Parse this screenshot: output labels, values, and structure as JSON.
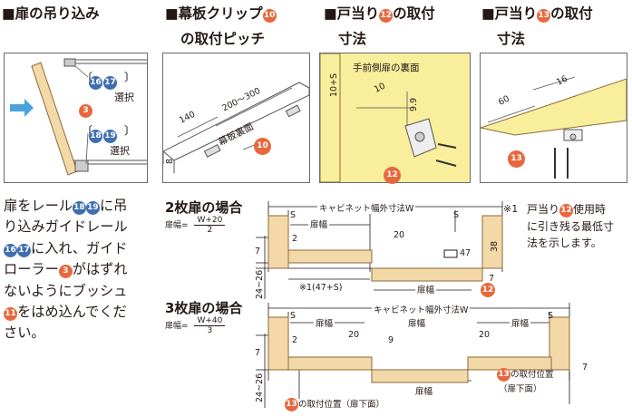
{
  "headings": {
    "h1": "■扉の吊り込み",
    "h2_a": "■幕板クリップ",
    "h2_b": "の取付ピッチ",
    "h3_a": "■戸当り",
    "h3_b": "の取付",
    "h3_c": "寸法",
    "h4_a": "■戸当り",
    "h4_b": "の取付",
    "h4_c": "寸法"
  },
  "badges": {
    "n10": "10",
    "n12": "12",
    "n13": "13",
    "n16": "16",
    "n17": "17",
    "n18": "18",
    "n19": "19",
    "n3": "3",
    "n11": "11"
  },
  "panel1": {
    "select1": "選択",
    "select2": "選択"
  },
  "panel2": {
    "dim_140": "140",
    "dim_range": "200～300",
    "label": "幕板裏面",
    "dim_8": "8"
  },
  "panel3": {
    "label": "手前側扉の裏面",
    "dim_10s": "10+S",
    "dim_10": "10",
    "dim_99": "9.9"
  },
  "panel4": {
    "dim_60": "60",
    "dim_16": "16"
  },
  "body_text": {
    "l1a": "扉をレール",
    "l1b": "に吊",
    "l2": "り込みガイドレール",
    "l3b": "に入れ、ガイド",
    "l4a": "ローラー",
    "l4b": "がはずれ",
    "l5": "ないようにブッシュ",
    "l6b": "をはめ込んでくだ",
    "l7": "さい。"
  },
  "note": {
    "mark": "※1",
    "l1a": "戸当り",
    "l1b": "使用時",
    "l2": "に引き残る最低寸",
    "l3": "法を示します。"
  },
  "two_door": {
    "title": "2枚扉の場合",
    "formula_label": "扉幅",
    "formula_eq": "=",
    "numerator": "W+20",
    "denominator": "2",
    "cabinet_width": "キャビネット幅外寸法W",
    "s_left": "S",
    "s_right": "S",
    "door_width_top": "扉幅",
    "door_width_bottom": "扉幅",
    "dim_20": "20",
    "dim_47": "47",
    "dim_38": "38",
    "dim_7a": "7",
    "dim_7b": "7",
    "dim_2": "2",
    "dim_2426": "24~26",
    "note_ref": "※1(47+S)"
  },
  "three_door": {
    "title": "3枚扉の場合",
    "formula_label": "扉幅",
    "formula_eq": "=",
    "numerator": "W+40",
    "denominator": "3",
    "cabinet_width": "キャビネット幅外寸法W",
    "s_left": "S",
    "s_right": "S",
    "door_width_1": "扉幅",
    "door_width_2": "扉幅",
    "door_width_3": "扉幅",
    "door_width_4": "扉幅",
    "dim_20a": "20",
    "dim_20b": "20",
    "dim_9": "9",
    "dim_7a": "7",
    "dim_7b": "7",
    "dim_2": "2",
    "dim_2426": "24~26",
    "pos_left": "の取付位置（扉下面）",
    "pos_right_a": "の取付位置",
    "pos_right_b": "（扉下面）"
  },
  "colors": {
    "orange": "#e8683e",
    "blue": "#3f6fb0",
    "wood": "#f4d9a8",
    "woodEdge": "#8a6a3a",
    "arrow": "#4aa3dd",
    "panelYellow": "#f8ee9c"
  }
}
